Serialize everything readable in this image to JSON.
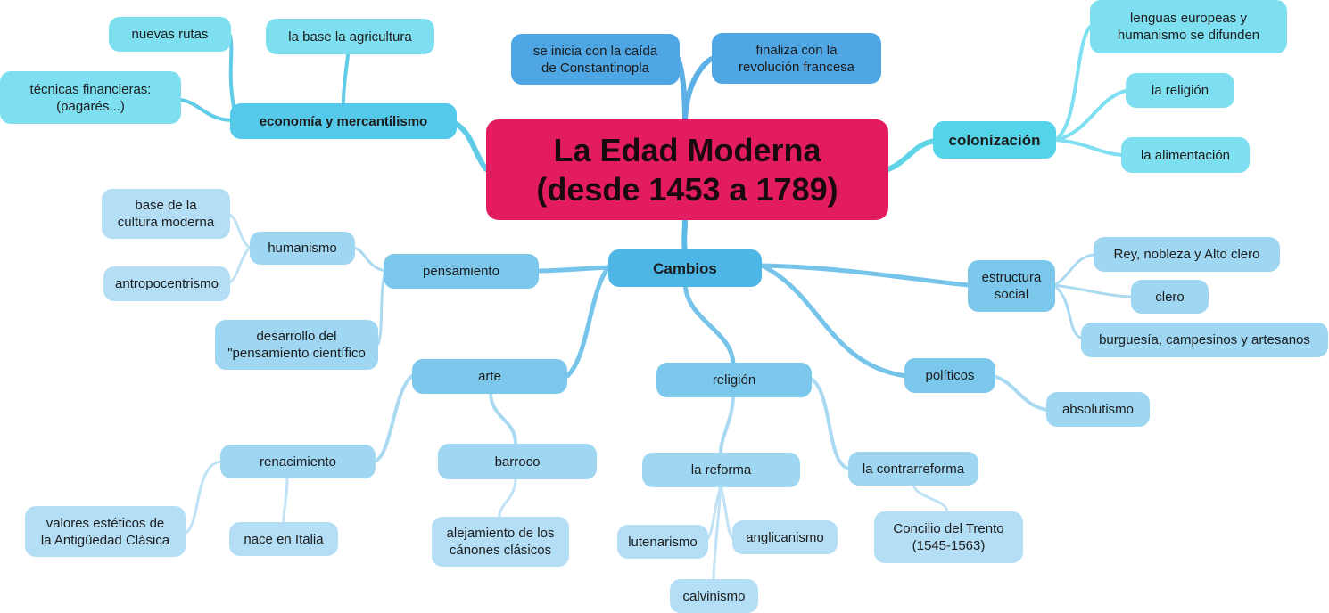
{
  "root": "La Edad Moderna\n(desde 1453 a 1789)",
  "top": {
    "inicio": "se inicia con la caída\nde Constantinopla",
    "fin": "finaliza con la\nrevolución francesa"
  },
  "economia": {
    "label": "economía y mercantilismo",
    "children": [
      "nuevas rutas",
      "la base la agricultura",
      "técnicas financieras:\n(pagarés...)"
    ]
  },
  "colonizacion": {
    "label": "colonización",
    "children": [
      "lenguas europeas y\nhumanismo se difunden",
      "la religión",
      "la alimentación"
    ]
  },
  "cambios": {
    "label": "Cambios",
    "pensamiento": {
      "label": "pensamiento",
      "humanismo": "humanismo",
      "base": "base de la\ncultura moderna",
      "antropocentrismo": "antropocentrismo",
      "cientifico": "desarrollo del\n\"pensamiento científico"
    },
    "arte": {
      "label": "arte",
      "renacimiento": "renacimiento",
      "valores": "valores estéticos de\nla Antigüedad Clásica",
      "italia": "nace en Italia",
      "barroco": "barroco",
      "alejamiento": "alejamiento de los\ncánones clásicos"
    },
    "religion": {
      "label": "religión",
      "reforma": "la reforma",
      "lutenarismo": "lutenarismo",
      "anglicanismo": "anglicanismo",
      "calvinismo": "calvinismo",
      "contrarreforma": "la contrarreforma",
      "trento": "Concilio del Trento\n(1545-1563)"
    },
    "estructura": {
      "label": "estructura\nsocial",
      "children": [
        "Rey, nobleza y Alto clero",
        "clero",
        "burguesía, campesinos y artesanos"
      ]
    },
    "politicos": {
      "label": "políticos",
      "absolutismo": "absolutismo"
    }
  },
  "colors": {
    "root": "#e21c5f",
    "hub": "#4eb6e5",
    "teal": "#53d4e8",
    "link_blue": "#5cbbe6",
    "link_teal": "#5fd4e6",
    "link_light": "#a9daf2"
  }
}
